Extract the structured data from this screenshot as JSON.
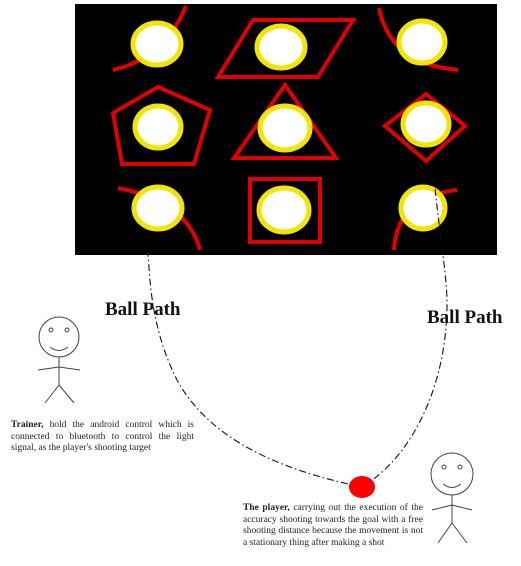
{
  "labels": {
    "ball_path_left": "Ball Path",
    "ball_path_right": "Ball Path"
  },
  "trainer": {
    "name": "Trainer,",
    "description": "hold the android control which is connected to bluetooth to control the light signal, as the player's shooting target"
  },
  "player": {
    "name": "The player,",
    "description": "carrying out the execution of the accuracy shooting towards the goal with a free shooting distance because the movement is not a stationary thing after making a shot"
  },
  "colors": {
    "board": "#000000",
    "target_fill": "#ffffff",
    "target_ring": "#f2e600",
    "shape_outline": "#e00000",
    "ball": "#ff0000",
    "path": "#000000"
  },
  "targets": [
    {
      "row": 1,
      "col": 1,
      "frame": "corner-arc-top-left"
    },
    {
      "row": 1,
      "col": 2,
      "frame": "parallelogram"
    },
    {
      "row": 1,
      "col": 3,
      "frame": "corner-arc-top-right"
    },
    {
      "row": 2,
      "col": 1,
      "frame": "pentagon"
    },
    {
      "row": 2,
      "col": 2,
      "frame": "triangle"
    },
    {
      "row": 2,
      "col": 3,
      "frame": "diamond"
    },
    {
      "row": 3,
      "col": 1,
      "frame": "corner-arc-bottom-left"
    },
    {
      "row": 3,
      "col": 2,
      "frame": "square"
    },
    {
      "row": 3,
      "col": 3,
      "frame": "corner-arc-bottom-right"
    }
  ]
}
